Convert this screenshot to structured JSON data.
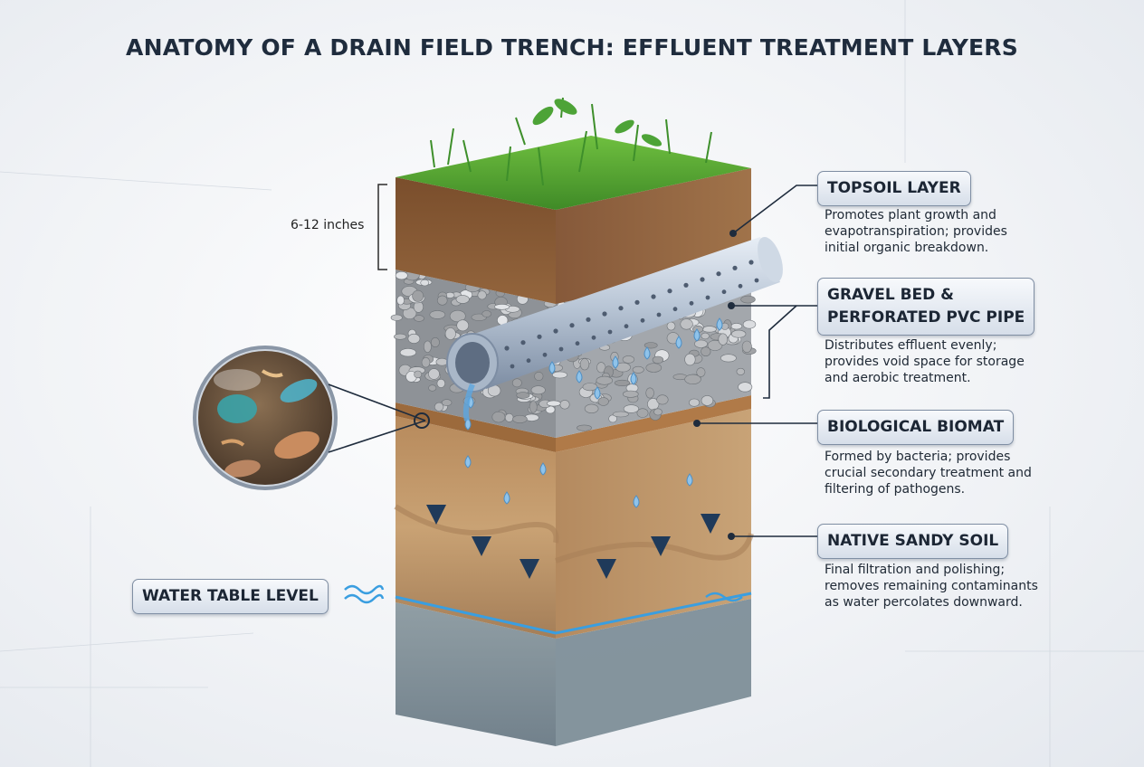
{
  "title": "ANATOMY OF A DRAIN FIELD TRENCH: EFFLUENT TREATMENT LAYERS",
  "depth_label": "6-12 inches",
  "layers": [
    {
      "id": "topsoil",
      "label": "TOPSOIL LAYER",
      "description": [
        "Promotes plant growth and",
        "evapotranspiration; provides",
        "initial organic breakdown."
      ]
    },
    {
      "id": "gravel",
      "label": [
        "GRAVEL BED &",
        "PERFORATED PVC PIPE"
      ],
      "description": [
        "Distributes effluent evenly;",
        "provides void space for storage",
        "and aerobic treatment."
      ]
    },
    {
      "id": "biomat",
      "label": "BIOLOGICAL BIOMAT",
      "description": [
        "Formed by bacteria; provides",
        "crucial secondary treatment and",
        "filtering of pathogens."
      ]
    },
    {
      "id": "sandy",
      "label": "NATIVE SANDY SOIL",
      "description": [
        "Final filtration and polishing;",
        "removes remaining contaminants",
        "as water percolates downward."
      ]
    }
  ],
  "water_table_label": "WATER TABLE LEVEL",
  "colors": {
    "grass": "#5aa532",
    "topsoil": "#8a5a33",
    "gravel": "#9a9ea3",
    "pipe": "#aebdd0",
    "biomat": "#b07a48",
    "sand": "#c19a6b",
    "water_line": "#3a9ee0",
    "arrow": "#1f3a5a"
  }
}
